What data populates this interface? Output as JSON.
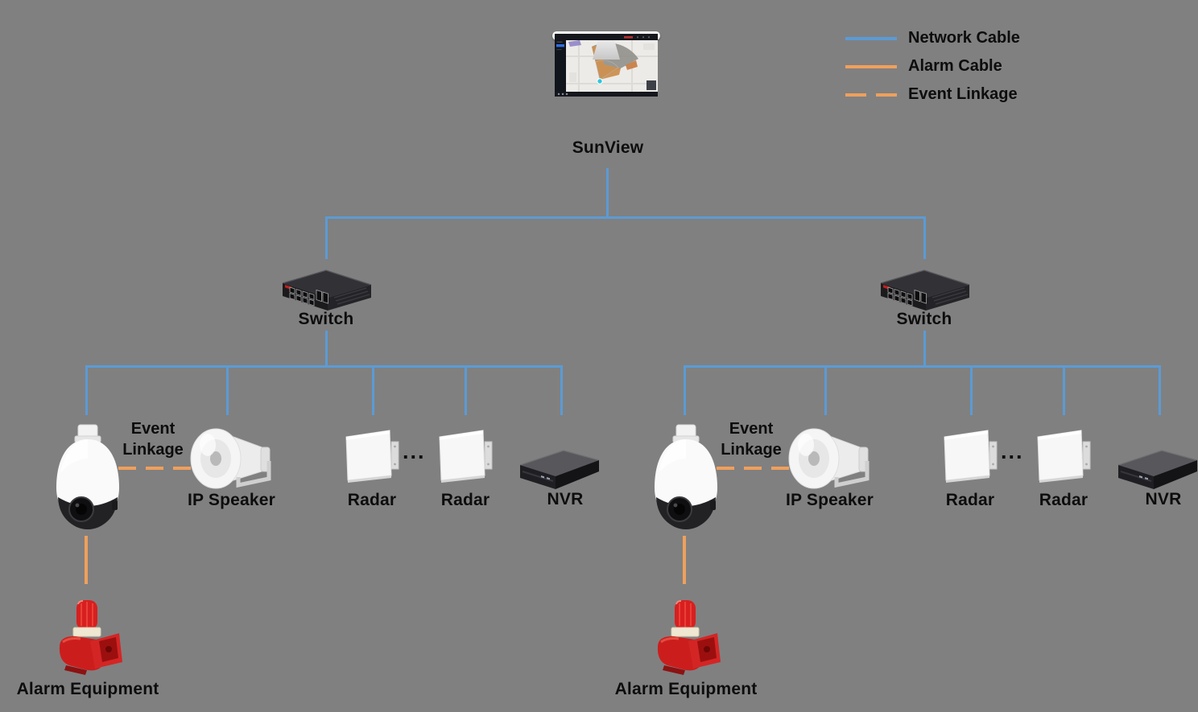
{
  "background_color": "#808080",
  "colors": {
    "network_cable": "#5B9BD5",
    "alarm_cable": "#EFA05C",
    "event_linkage": "#EFA05C",
    "label_text": "#0d0d0d"
  },
  "legend": {
    "items": [
      {
        "label": "Network Cable",
        "line_style": "solid",
        "color": "#5B9BD5"
      },
      {
        "label": "Alarm Cable",
        "line_style": "solid",
        "color": "#EFA05C"
      },
      {
        "label": "Event Linkage",
        "line_style": "dashed",
        "color": "#EFA05C"
      }
    ]
  },
  "server": {
    "label": "SunView"
  },
  "groups": [
    {
      "side": "left",
      "switch_label": "Switch",
      "event_line1": "Event",
      "event_line2": "Linkage",
      "ip_speaker_label": "IP Speaker",
      "radar1_label": "Radar",
      "ellipsis": "...",
      "radar2_label": "Radar",
      "nvr_label": "NVR",
      "alarm_label": "Alarm Equipment"
    },
    {
      "side": "right",
      "switch_label": "Switch",
      "event_line1": "Event",
      "event_line2": "Linkage",
      "ip_speaker_label": "IP Speaker",
      "radar1_label": "Radar",
      "ellipsis": "...",
      "radar2_label": "Radar",
      "nvr_label": "NVR",
      "alarm_label": "Alarm Equipment"
    }
  ]
}
